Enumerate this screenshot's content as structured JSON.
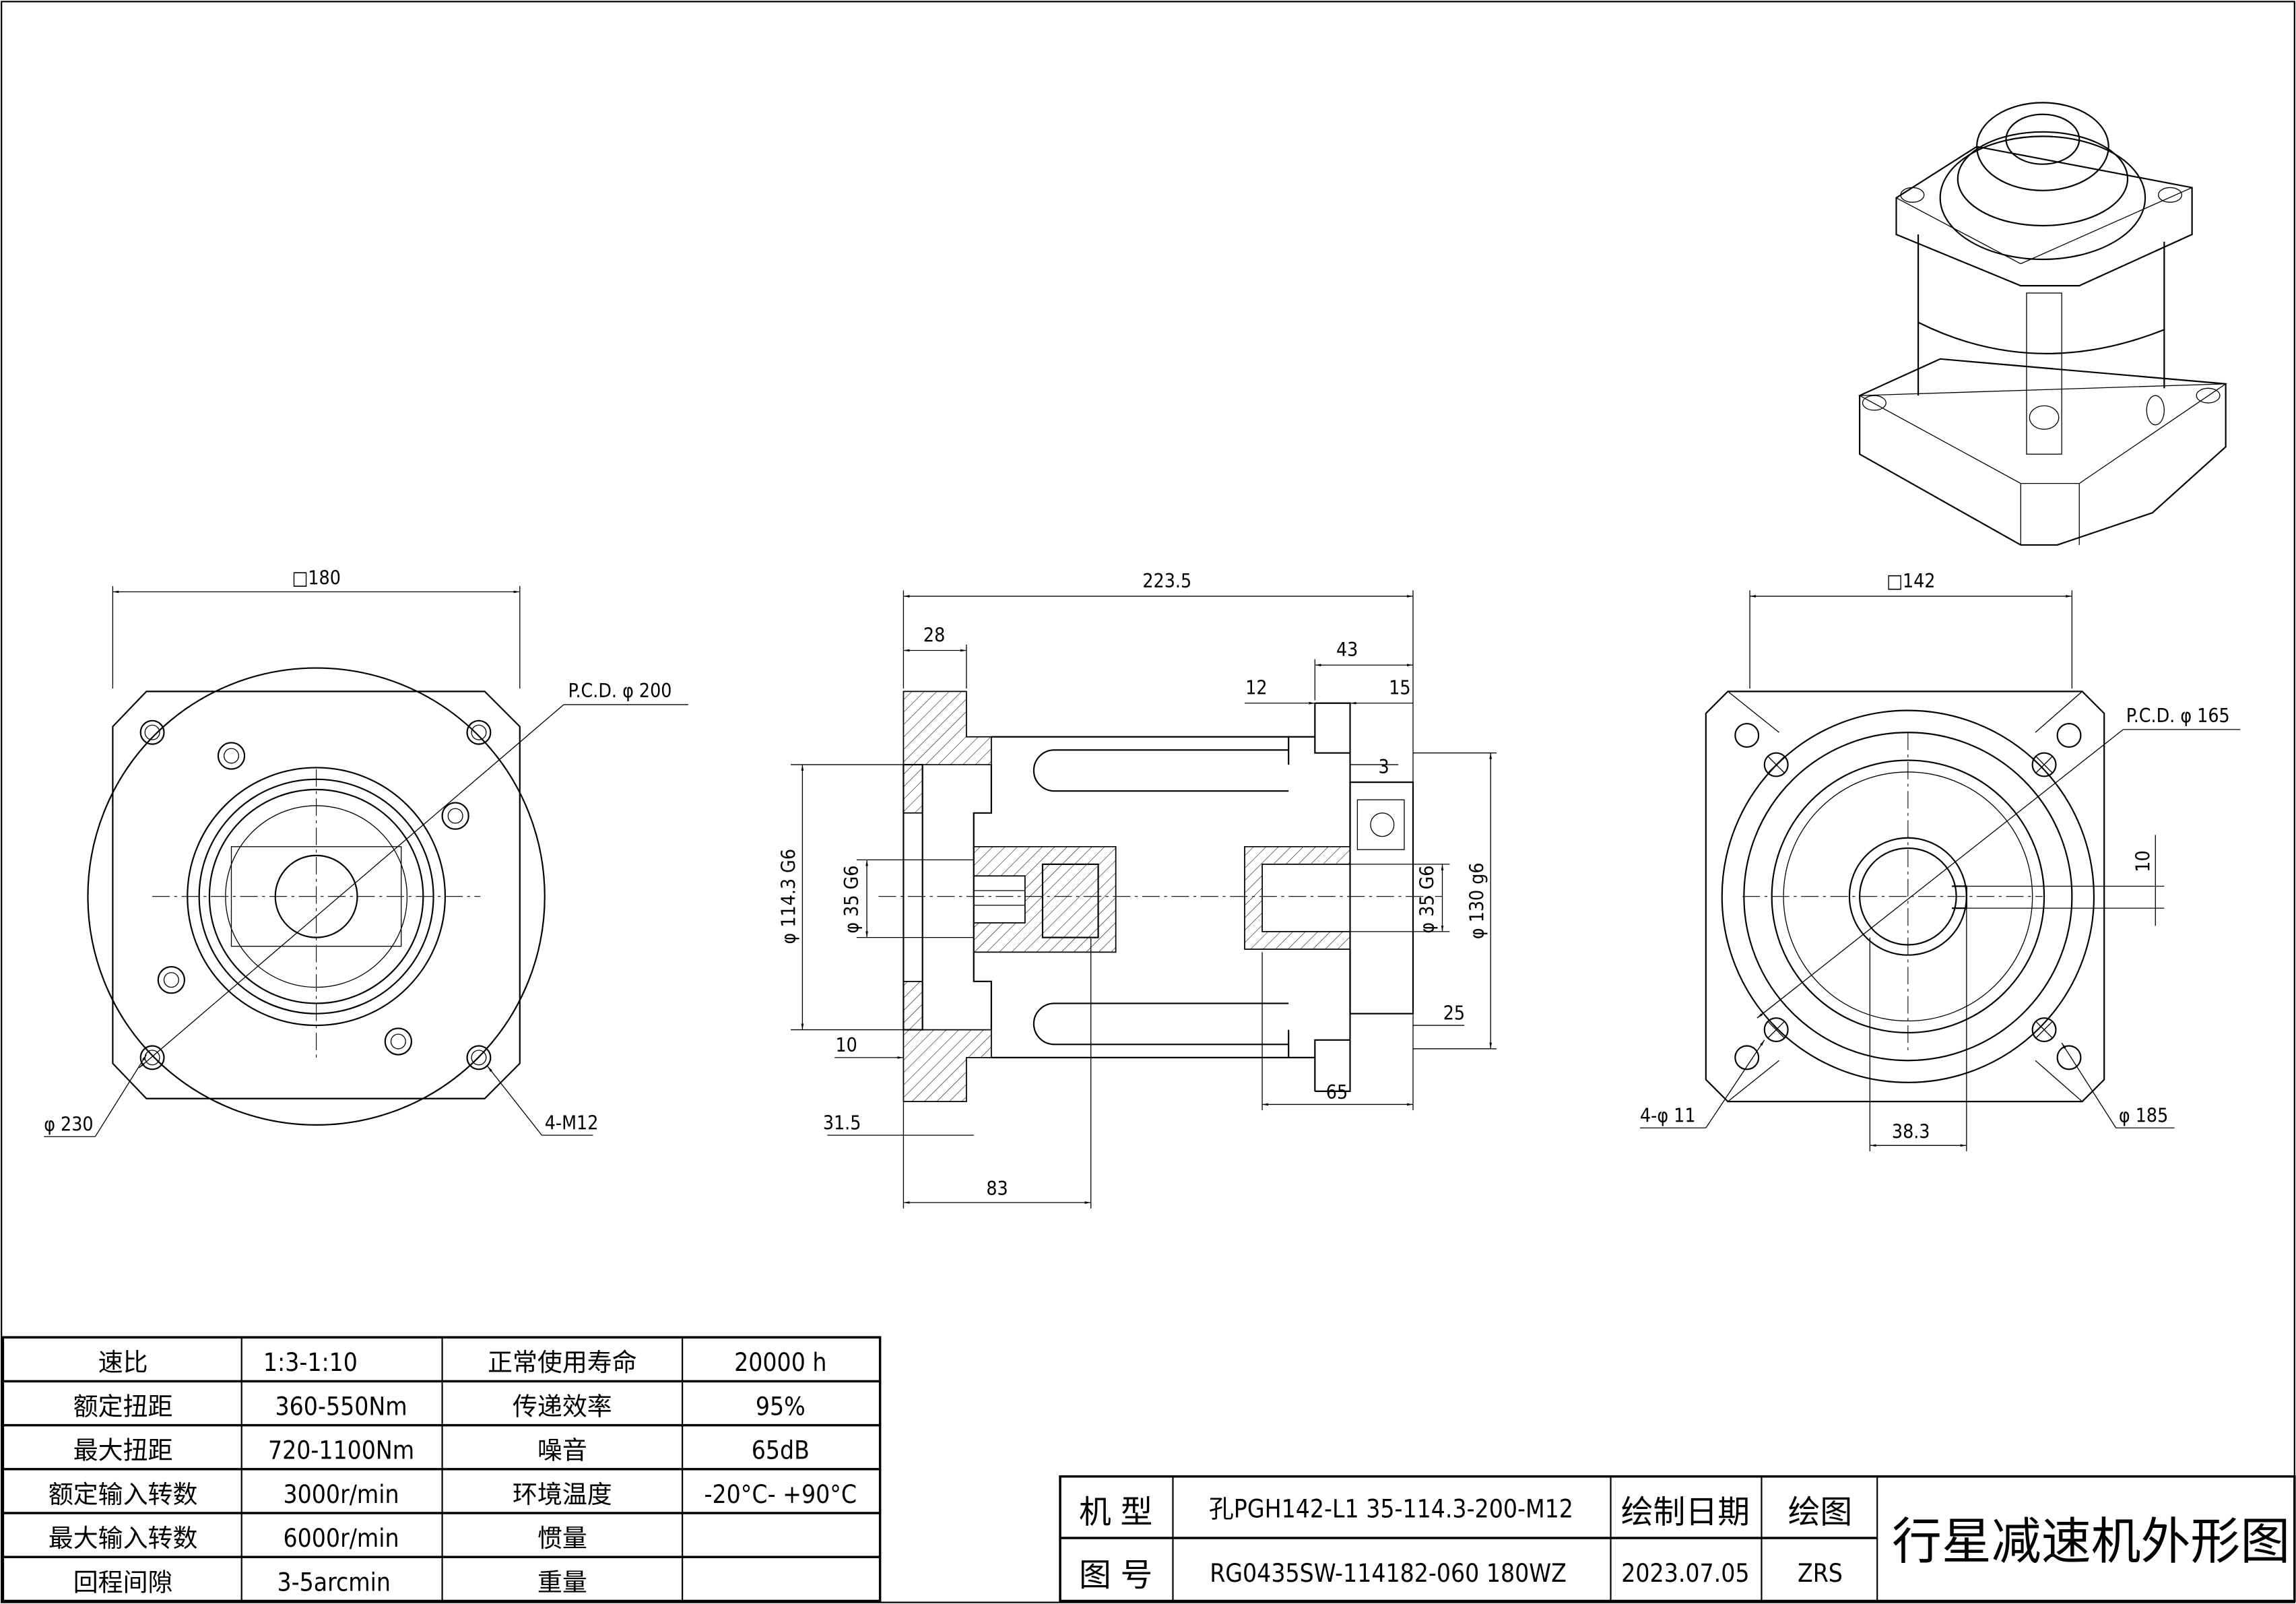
{
  "drawing": {
    "left_view": {
      "square": "□180",
      "pcd": "P.C.D.  φ 200",
      "outer_dia": "φ 230",
      "thread": "4-M12"
    },
    "section_view": {
      "overall_length": "223.5",
      "flange_thk": "28",
      "rear_length": "43",
      "dim_12": "12",
      "dim_15": "15",
      "dim_3": "3",
      "pilot_dia": "φ 114.3 G6",
      "output_bore": "φ 35 G6",
      "input_bore": "φ 35 G6",
      "input_pilot": "φ 130 g6",
      "dim_10": "10",
      "dim_25": "25",
      "dim_65": "65",
      "dim_31_5": "31.5",
      "dim_83": "83"
    },
    "right_view": {
      "square": "□142",
      "pcd": "P.C.D.  φ 165",
      "key_width": "10",
      "holes": "4-φ 11",
      "outer_dia": "φ 185",
      "key_height": "38.3"
    }
  },
  "spec_table": {
    "rows": [
      {
        "label1": "速比",
        "value1": "1:3-1:10",
        "label2": "正常使用寿命",
        "value2": "20000 h"
      },
      {
        "label1": "额定扭距",
        "value1": "360-550Nm",
        "label2": "传递效率",
        "value2": "95%"
      },
      {
        "label1": "最大扭距",
        "value1": "720-1100Nm",
        "label2": "噪音",
        "value2": "65dB"
      },
      {
        "label1": "额定输入转数",
        "value1": "3000r/min",
        "label2": "环境温度",
        "value2": "-20°C- +90°C"
      },
      {
        "label1": "最大输入转数",
        "value1": "6000r/min",
        "label2": "惯量",
        "value2": ""
      },
      {
        "label1": "回程间隙",
        "value1": "3-5arcmin",
        "label2": "重量",
        "value2": ""
      }
    ]
  },
  "title_block": {
    "model_label": "机 型",
    "model_value": "孔PGH142-L1 35-114.3-200-M12",
    "drawing_no_label": "图 号",
    "drawing_no_value": "RG0435SW-114182-060 180WZ",
    "date_label": "绘制日期",
    "date_value": "2023.07.05",
    "drawer_label": "绘图",
    "drawer_value": "ZRS",
    "title": "行星减速机外形图"
  }
}
